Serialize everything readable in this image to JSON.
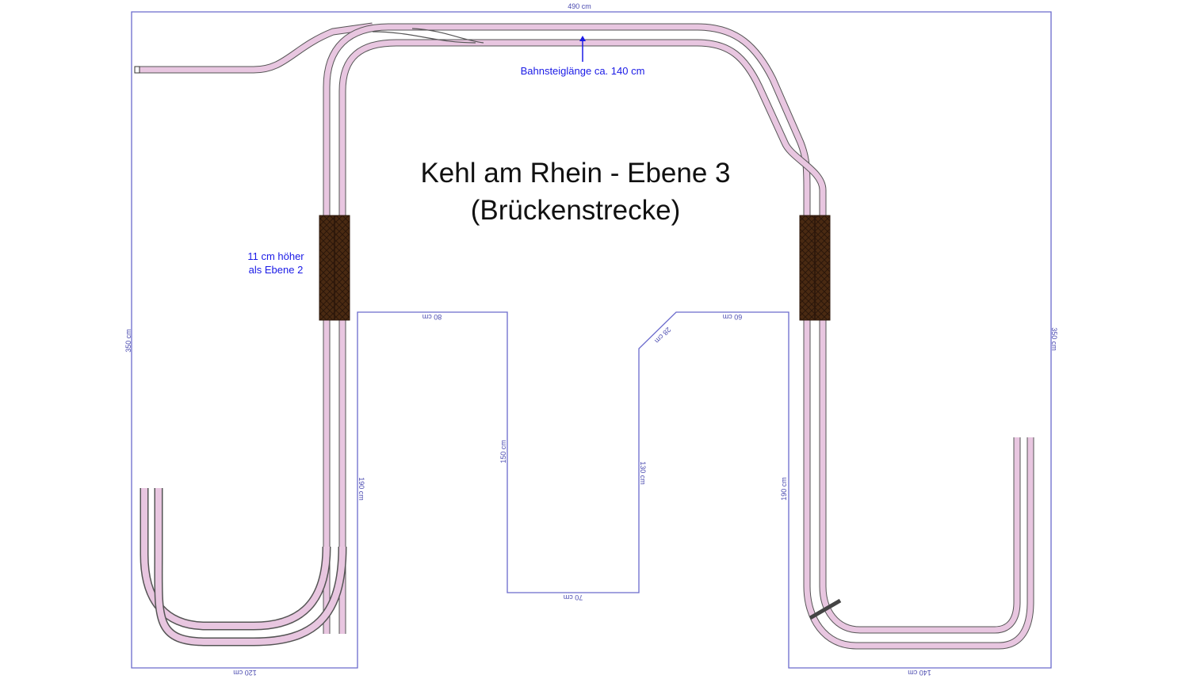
{
  "diagram": {
    "title_line1": "Kehl am Rhein - Ebene 3",
    "title_line2": "(Brückenstrecke)",
    "annotations": {
      "platform_length": "Bahnsteiglänge ca. 140 cm",
      "height_note_line1": "11 cm höher",
      "height_note_line2": "als Ebene 2"
    },
    "dimensions": {
      "top_width": "490 cm",
      "left_height": "350 cm",
      "right_height": "350 cm",
      "inner_left_top": "80 cm",
      "inner_left_side": "150 cm",
      "inner_bottom": "70 cm",
      "inner_right_side": "130 cm",
      "inner_diagonal": "28 cm",
      "inner_right_top": "60 cm",
      "left_leg_inner": "190 cm",
      "right_leg_inner": "190 cm",
      "left_leg_bottom": "120 cm",
      "right_leg_bottom": "140 cm"
    },
    "colors": {
      "outline": "#4b4bb0",
      "track_fill": "#e8c6e0",
      "track_fill_light": "#f3e0ee",
      "track_edge": "#555555",
      "bridge": "#4a2a12",
      "annotation": "#1a1ae6",
      "title": "#111111"
    }
  }
}
